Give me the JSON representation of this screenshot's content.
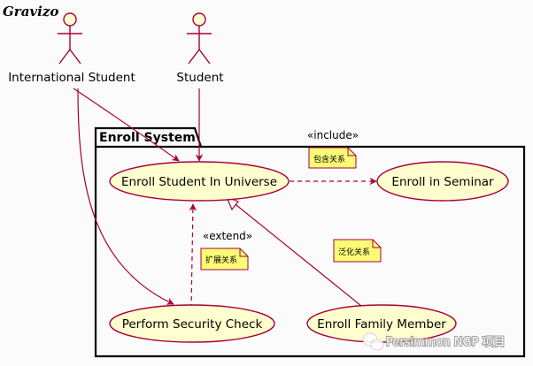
{
  "logo": "Gravizo",
  "package": {
    "title": "Enroll System"
  },
  "actors": [
    {
      "id": "intl",
      "label": "International Student"
    },
    {
      "id": "student",
      "label": "Student"
    }
  ],
  "use_cases": [
    {
      "id": "uc_enroll_univ",
      "label": "Enroll Student In Universe"
    },
    {
      "id": "uc_enroll_seminar",
      "label": "Enroll in Seminar"
    },
    {
      "id": "uc_security",
      "label": "Perform Security Check"
    },
    {
      "id": "uc_family",
      "label": "Enroll Family Member"
    }
  ],
  "stereotypes": {
    "include": "«include»",
    "extend": "«extend»"
  },
  "notes": [
    {
      "id": "note_include",
      "text": "包含关系"
    },
    {
      "id": "note_extend",
      "text": "扩展关系"
    },
    {
      "id": "note_generalize",
      "text": "泛化关系"
    }
  ],
  "watermark": {
    "text": "Persimmon NGP 项目",
    "icon": "wechat-icon"
  },
  "colors": {
    "arrow": "#a80036",
    "usecase_fill": "#fefece",
    "note_fill": "#fbfb77",
    "package_border": "#000000"
  }
}
